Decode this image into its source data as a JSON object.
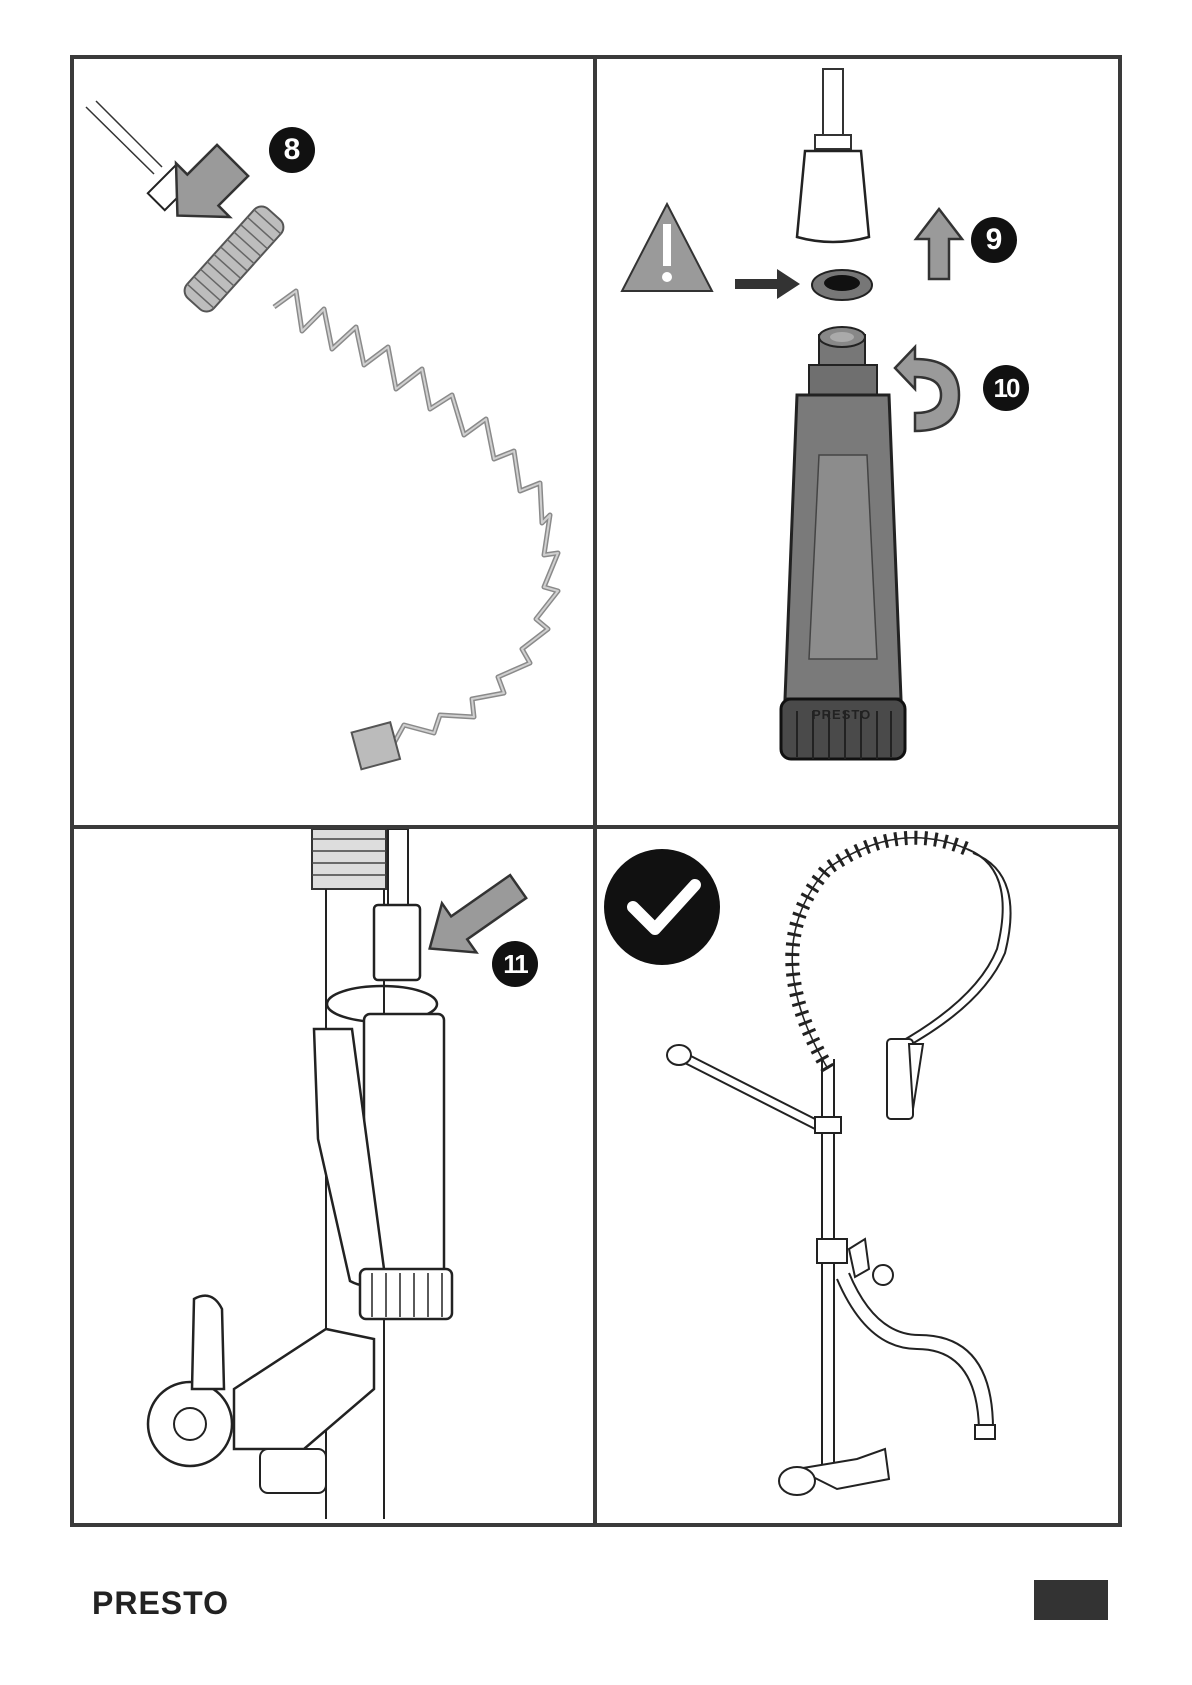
{
  "steps": {
    "s8": "8",
    "s9": "9",
    "s10": "10",
    "s11": "11"
  },
  "product": {
    "label_on_spray_head": "PRESTO"
  },
  "footer": {
    "brand": "PRESTO"
  },
  "icons": {
    "warning": "warning-triangle-icon",
    "check": "checkmark-icon",
    "arrow": "arrow-icon",
    "rotate": "rotate-arrow-icon"
  },
  "colors": {
    "frame": "#3a3a3a",
    "arrow_fill": "#9a9a9a",
    "badge": "#111111",
    "spray_head": "#7a7a7a"
  }
}
